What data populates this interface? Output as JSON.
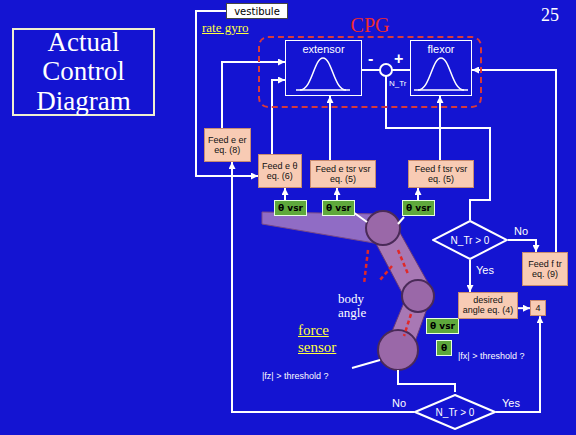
{
  "diagram": {
    "title": "Actual Control Diagram",
    "nodes": [
      {
        "text": [
          "vestibule"
        ]
      },
      {
        "text": [
          "CPG"
        ]
      },
      {
        "text": [
          "extensor"
        ],
        "in": 1
      },
      {
        "text": [
          "flexor"
        ],
        "in": 1
      },
      {
        "text": [
          "Feed e er",
          "eq. (8)"
        ]
      },
      {
        "text": [
          "Feed e θ",
          "eq. (6)"
        ]
      },
      {
        "text": [
          "Feed e tsr vsr",
          "eq. (5)"
        ]
      },
      {
        "text": [
          "Feed f tsr vsr",
          "eq. (5)"
        ]
      },
      {
        "text": [
          "θ vsr"
        ]
      },
      {
        "text": [
          "θ vsr"
        ]
      },
      {
        "text": [
          "θ vsr"
        ]
      },
      {
        "text": [
          "N_Tr > 0"
        ]
      },
      {
        "text": [
          "Feed f tr",
          "eq. (9)"
        ]
      },
      {
        "text": [
          "θ vsr"
        ]
      },
      {
        "text": [
          "desired angle eq. (4)"
        ]
      },
      {
        "text": [
          "4"
        ]
      },
      {
        "text": [
          "θ"
        ]
      },
      {
        "text": [
          "N_Tr > 0"
        ]
      }
    ],
    "edges": [
      {
        "from": 4,
        "to": 2,
        "arrow": "to"
      },
      {
        "from": 5,
        "to": 2,
        "arrow": "to"
      },
      {
        "from": 6,
        "to": 2,
        "arrow": "to"
      },
      {
        "from": 7,
        "to": 3,
        "arrow": "to"
      },
      {
        "from": 12,
        "to": 3,
        "arrow": "to"
      },
      {
        "from": 11,
        "to": 12,
        "label": "No",
        "arrow": "to"
      },
      {
        "from": 11,
        "to": 14,
        "label": "Yes",
        "arrow": "to"
      },
      {
        "from": 14,
        "to": 15,
        "arrow": "to"
      },
      {
        "from": 9,
        "to": 6,
        "arrow": "to"
      },
      {
        "from": 10,
        "to": 7,
        "arrow": "to"
      },
      {
        "from": 8,
        "to": 5,
        "arrow": "to"
      },
      {
        "from": 17,
        "to": 4,
        "label": "No",
        "arrow": "to"
      },
      {
        "from": 17,
        "to": 15,
        "label": "Yes",
        "arrow": "to"
      },
      {
        "from": 0,
        "to": 5,
        "arrow": "to"
      }
    ],
    "labels": [
      "25",
      "rate gyro",
      "-",
      "+",
      "N_Tr",
      "body angle",
      "force sensor",
      "|fz| > threshold ?",
      "|fx| > threshold ?"
    ]
  }
}
